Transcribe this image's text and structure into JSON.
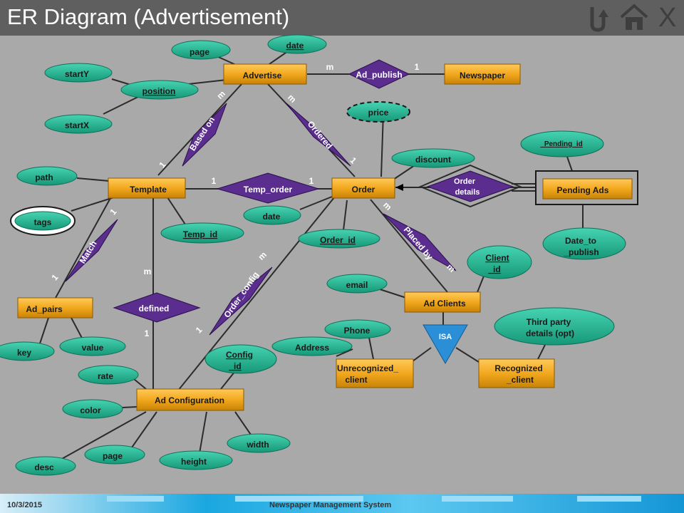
{
  "title": "ER Diagram (Advertisement)",
  "nav": {
    "back_icon": "return-arrow-icon",
    "home_icon": "home-icon",
    "close_label": "X"
  },
  "footer": {
    "date": "10/3/2015",
    "caption": "Newspaper  Management  System"
  },
  "colors": {
    "entity": "#f2a81e",
    "attribute": "#1fb594",
    "relationship": "#5a2d8f",
    "isa": "#2b8fd8",
    "background": "#a9a9a9"
  },
  "entities": {
    "advertise": "Advertise",
    "newspaper": "Newspaper",
    "template": "Template",
    "order": "Order",
    "pending_ads": "Pending Ads",
    "ad_pairs": "Ad_pairs",
    "ad_clients": "Ad Clients",
    "ad_configuration": "Ad Configuration",
    "unrecognized_client": [
      "Unrecognized_",
      "client"
    ],
    "recognized_client": [
      "Recognized",
      "_client"
    ]
  },
  "relationships": {
    "ad_publish": "Ad_publish",
    "based_on": "Based on",
    "ordered": "Ordered",
    "temp_order": "Temp_order",
    "order_details": [
      "Order",
      "details"
    ],
    "match": "Match",
    "defined": "defined",
    "order_config": "Order_config",
    "placed_by": "Placed by",
    "isa": "ISA"
  },
  "attributes": {
    "page_top": "page",
    "date_top": "date",
    "startY": "startY",
    "position": "position",
    "startX": "startX",
    "price": "price",
    "discount": "discount",
    "pending_id": "_Pending_id",
    "path": "path",
    "tags": "tags",
    "temp_id": "Temp_id",
    "date_mid": "date",
    "order_id": "Order_id",
    "date_to_publish": [
      "Date_to",
      "_publish"
    ],
    "client_id": [
      "Client",
      "_id"
    ],
    "email": "email",
    "key": "key",
    "value": "value",
    "rate": "rate",
    "phone": "Phone",
    "address": "Address",
    "third_party": [
      "Third party",
      "details (opt)"
    ],
    "config_id": [
      "Config",
      "_id"
    ],
    "color": "color",
    "page_bottom": "page",
    "desc": "desc",
    "height": "height",
    "width": "width"
  },
  "cardinality": {
    "adv_adpublish": "m",
    "adpublish_newspaper": "1",
    "adv_basedon": "m",
    "basedon_template": "1",
    "adv_ordered": "m",
    "ordered_order": "1",
    "template_temporder": "1",
    "temporder_order": "1",
    "template_match": "1",
    "match_adpairs": "1",
    "template_defined": "m",
    "defined_config": "1",
    "order_orderconfig": "m",
    "orderconfig_config": "1",
    "order_placedby": "m",
    "placedby_clients": "m"
  }
}
